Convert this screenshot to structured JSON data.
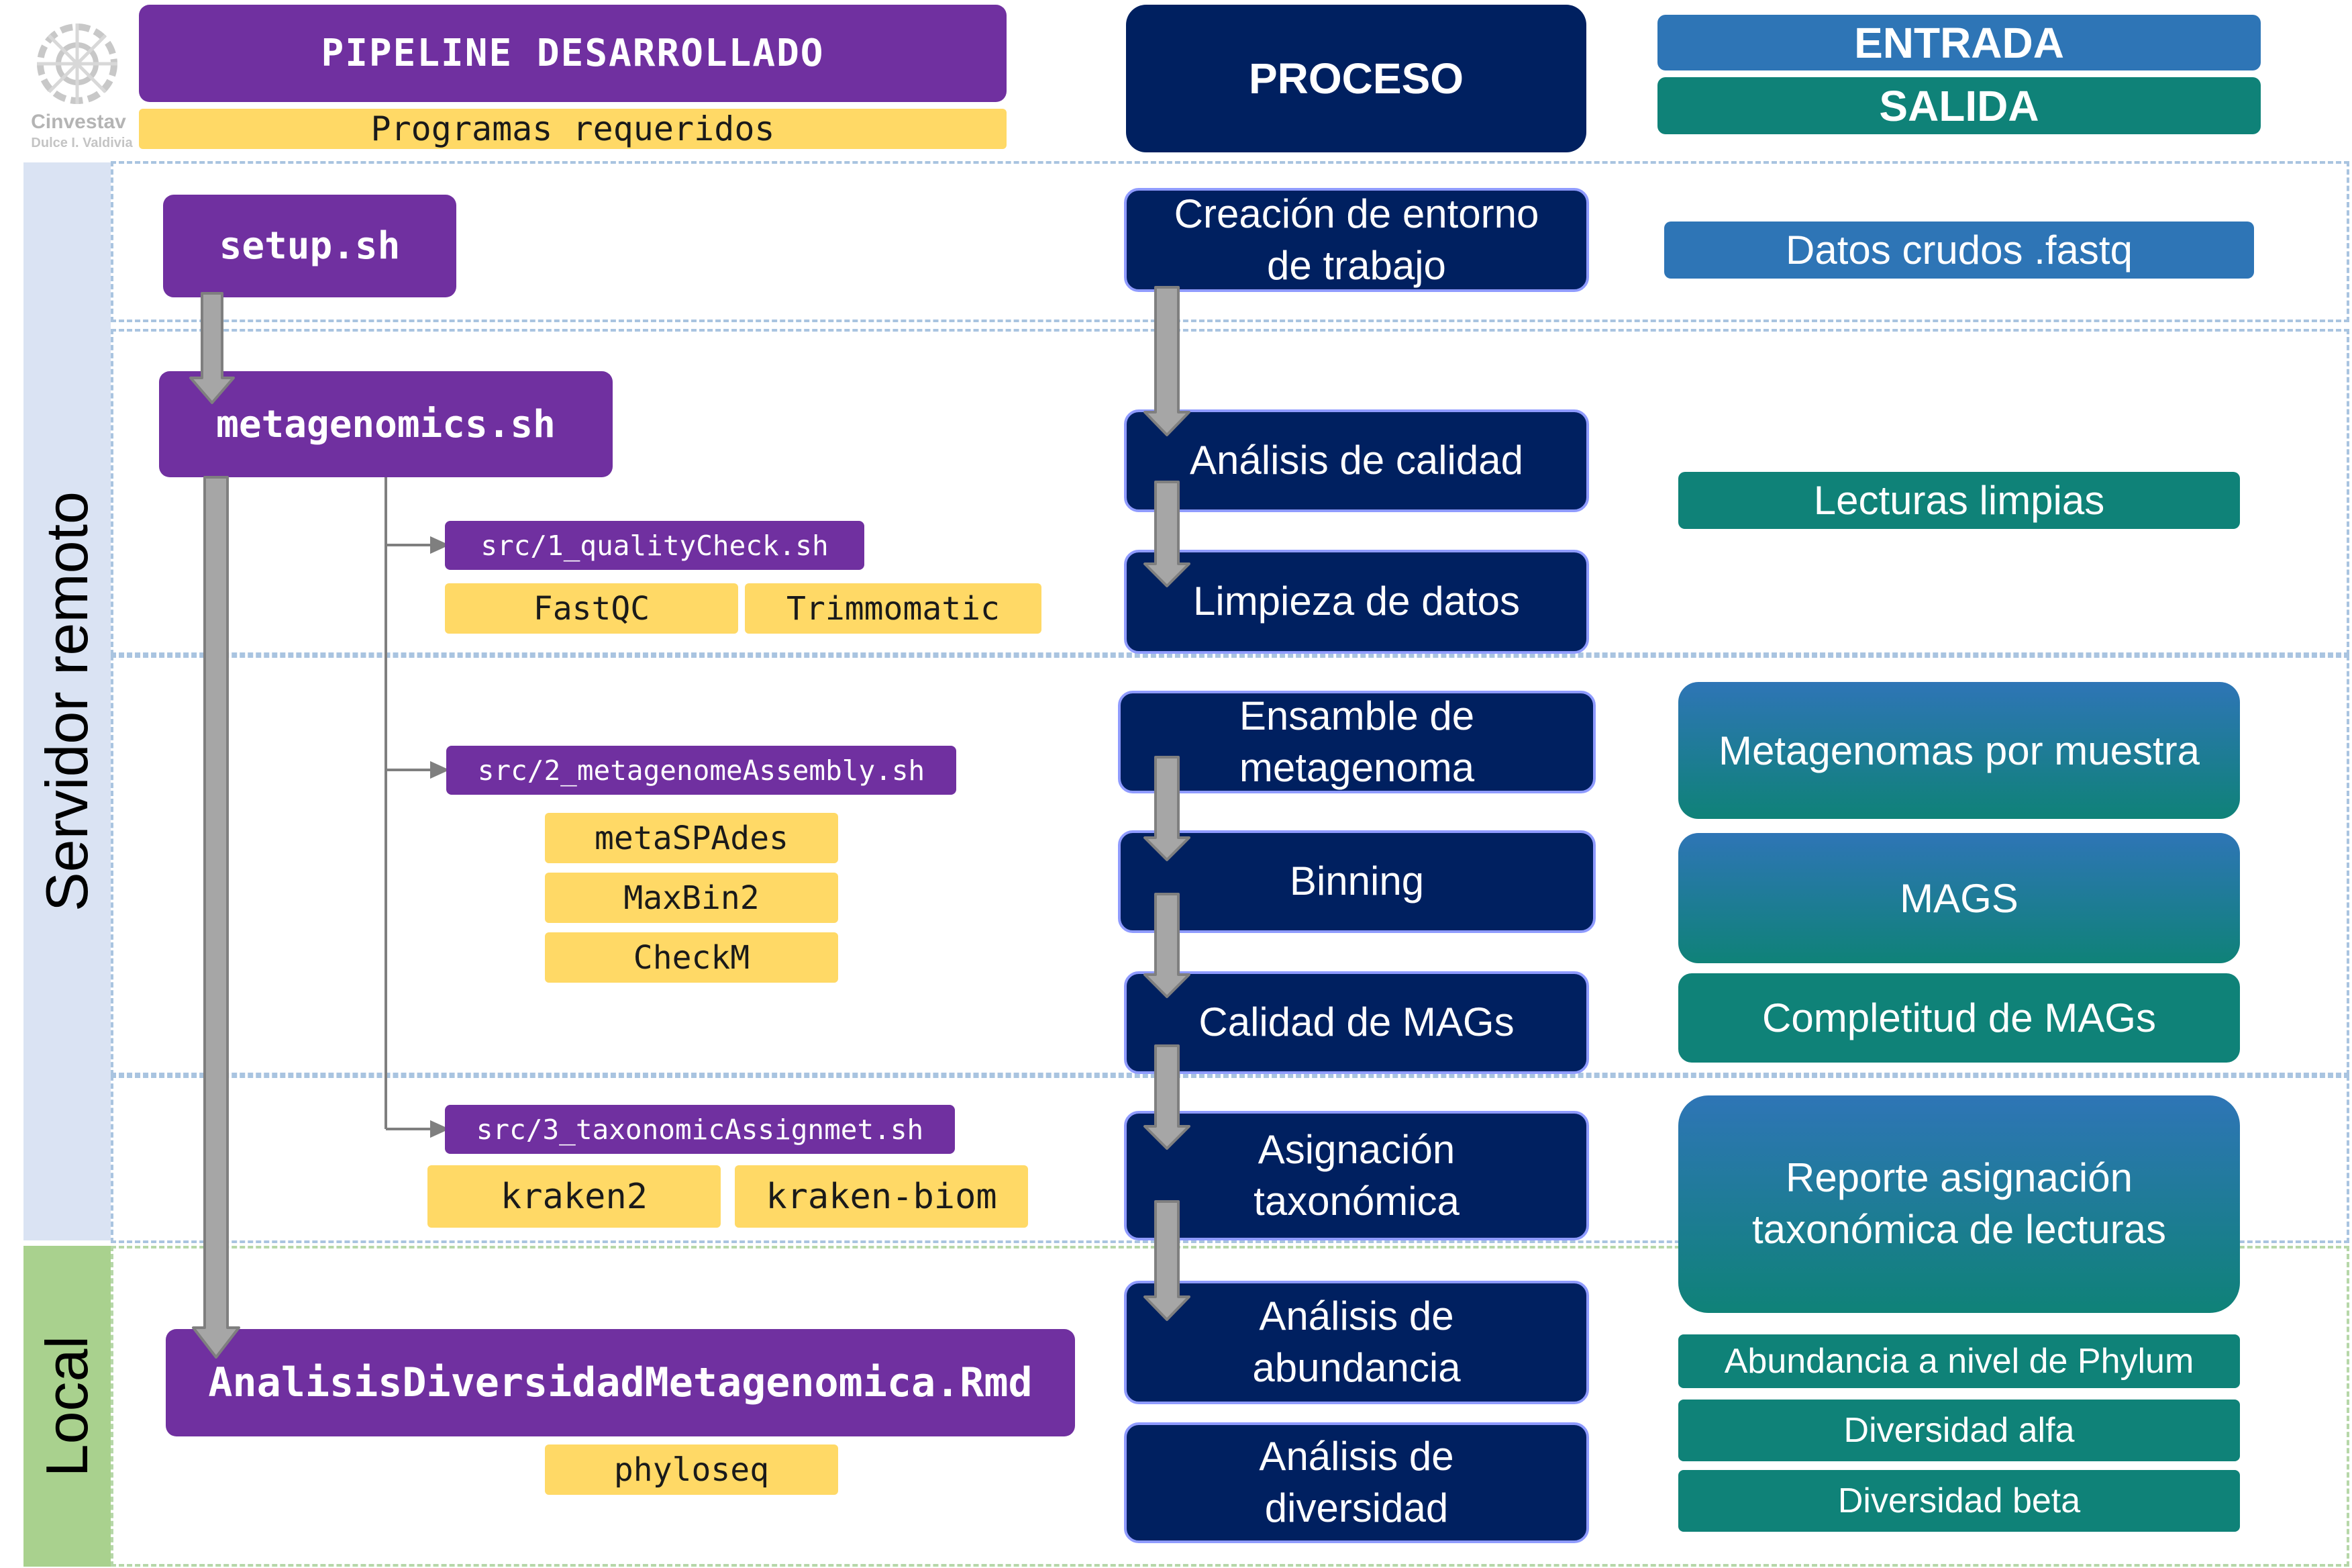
{
  "logo": {
    "name": "Cinvestav",
    "author": "Dulce I. Valdivia"
  },
  "legend": {
    "pipeline": "PIPELINE DESARROLLADO",
    "programs": "Programas requeridos",
    "process": "PROCESO",
    "input": "ENTRADA",
    "output": "SALIDA"
  },
  "side_labels": {
    "remote": "Servidor remoto",
    "local": "Local"
  },
  "scripts": {
    "setup": "setup.sh",
    "metagenomics": "metagenomics.sh",
    "quality": "src/1_qualityCheck.sh",
    "assembly": "src/2_metagenomeAssembly.sh",
    "taxonomic": "src/3_taxonomicAssignmet.sh",
    "analysis": "AnalisisDiversidadMetagenomica.Rmd"
  },
  "programs": {
    "fastqc": "FastQC",
    "trimmomatic": "Trimmomatic",
    "metaspades": "metaSPAdes",
    "maxbin2": "MaxBin2",
    "checkm": "CheckM",
    "kraken2": "kraken2",
    "kraken_biom": "kraken-biom",
    "phyloseq": "phyloseq"
  },
  "process": {
    "p1": [
      "Creación de entorno",
      "de trabajo"
    ],
    "p2": [
      "Análisis de calidad"
    ],
    "p3": [
      "Limpieza de datos"
    ],
    "p4": [
      "Ensamble de",
      "metagenoma"
    ],
    "p5": [
      "Binning"
    ],
    "p6": [
      "Calidad de MAGs"
    ],
    "p7": [
      "Asignación",
      "taxonómica"
    ],
    "p8": [
      "Análisis de",
      "abundancia"
    ],
    "p9": [
      "Análisis de",
      "diversidad"
    ]
  },
  "io": {
    "raw": "Datos crudos .fastq",
    "clean": "Lecturas limpias",
    "metagenomes": "Metagenomas por muestra",
    "mags": "MAGS",
    "completeness": "Completitud de MAGs",
    "report": [
      "Reporte asignación",
      "taxonómica de lecturas"
    ],
    "phylum": "Abundancia a nivel de Phylum",
    "alpha": "Diversidad alfa",
    "beta": "Diversidad beta"
  },
  "colors": {
    "purple": "#7030a0",
    "yellow": "#ffd966",
    "navy": "#002060",
    "blue": "#2e75b6",
    "teal": "#0f8278",
    "remote_band": "#dae3f3",
    "local_band": "#a9d18e"
  }
}
